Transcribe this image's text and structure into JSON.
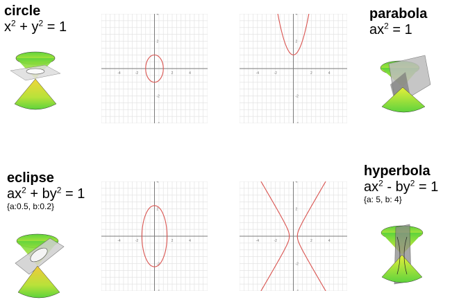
{
  "sections": {
    "circle": {
      "title": "circle",
      "eq_a": "x",
      "eq_b": " + y",
      "eq_c": " = 1",
      "sup1": "2",
      "sup2": "2"
    },
    "parabola": {
      "title": "parabola",
      "eq_a": "ax",
      "eq_c": " = 1",
      "sup1": "2"
    },
    "eclipse": {
      "title": "eclipse",
      "eq_a": "ax",
      "eq_b": " + by",
      "eq_c": " = 1",
      "sup1": "2",
      "sup2": "2",
      "params": "{a:0.5, b:0.2}"
    },
    "hyperbola": {
      "title": "hyperbola",
      "eq_a": "ax",
      "eq_b": " - by",
      "eq_c": " = 1",
      "sup1": "2",
      "sup2": "2",
      "params": "{a: 5, b: 4}"
    }
  },
  "graph_ticks": {
    "x": [
      "-4",
      "-2",
      "2",
      "4"
    ],
    "y": [
      "4",
      "2",
      "-2",
      "-4"
    ]
  },
  "colors": {
    "curve": "#d9534f",
    "grid": "#e3e3e3",
    "axis": "#7a7a7a",
    "cone_top": "#6fd24a",
    "cone_bottom": "#e8e838",
    "plane": "#9e9e9e"
  },
  "chart_data": [
    {
      "type": "line",
      "curve": "x^2 + y^2 = 1",
      "xlim": [
        -6,
        6
      ],
      "ylim": [
        -4,
        4
      ],
      "grid": true
    },
    {
      "type": "line",
      "curve": "ax^2 = 1 (y = x^2 + 1)",
      "xlim": [
        -6,
        6
      ],
      "ylim": [
        -4,
        4
      ],
      "grid": true
    },
    {
      "type": "line",
      "curve": "ax^2 + by^2 = 1, a=0.5, b=0.2",
      "xlim": [
        -6,
        6
      ],
      "ylim": [
        -4,
        4
      ],
      "grid": true
    },
    {
      "type": "line",
      "curve": "ax^2 - by^2 = 1, a=5, b=4",
      "xlim": [
        -6,
        6
      ],
      "ylim": [
        -4,
        4
      ],
      "grid": true
    }
  ]
}
